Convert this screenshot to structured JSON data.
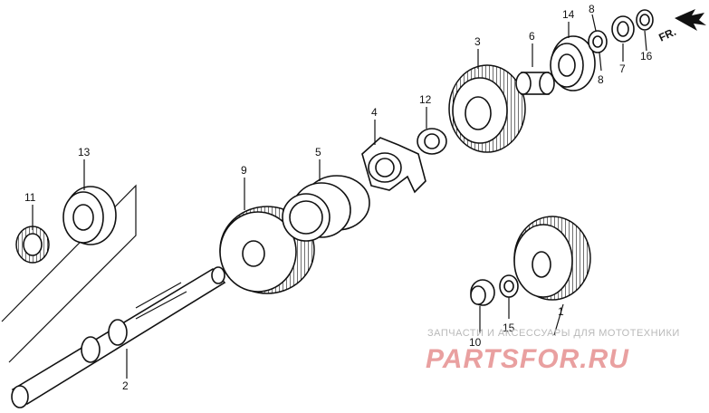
{
  "callouts": [
    {
      "id": "n1",
      "text": "1"
    },
    {
      "id": "n2",
      "text": "2"
    },
    {
      "id": "n3",
      "text": "3"
    },
    {
      "id": "n4",
      "text": "4"
    },
    {
      "id": "n5",
      "text": "5"
    },
    {
      "id": "n6",
      "text": "6"
    },
    {
      "id": "n7",
      "text": "7"
    },
    {
      "id": "n8a",
      "text": "8"
    },
    {
      "id": "n8b",
      "text": "8"
    },
    {
      "id": "n9",
      "text": "9"
    },
    {
      "id": "n10",
      "text": "10"
    },
    {
      "id": "n11",
      "text": "11"
    },
    {
      "id": "n12",
      "text": "12"
    },
    {
      "id": "n13",
      "text": "13"
    },
    {
      "id": "n14",
      "text": "14"
    },
    {
      "id": "n15",
      "text": "15"
    },
    {
      "id": "n16",
      "text": "16"
    }
  ],
  "direction_marker": {
    "text": "FR."
  },
  "watermark": {
    "subtitle": "ЗАПЧАСТИ И АКСЕССУАРЫ ДЛЯ МОТОТЕХНИКИ",
    "brand": "PARTSFOR.RU"
  },
  "colors": {
    "line": "#111111",
    "watermark_brand": "#e9a0a0",
    "watermark_subtitle": "#b9b9b9"
  }
}
